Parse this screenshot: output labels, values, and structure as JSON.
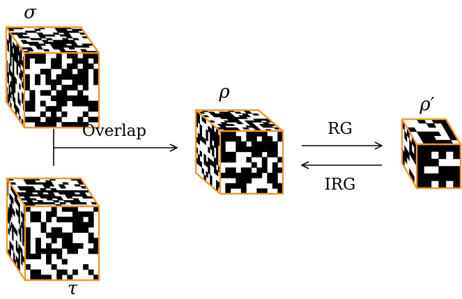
{
  "diagram": {
    "labels": {
      "sigma": "σ",
      "tau": "τ",
      "rho": "ρ",
      "rho_prime": "ρ′",
      "overlap": "Overlap",
      "rg": "RG",
      "irg": "IRG"
    },
    "colors": {
      "cube_edge": "#f2962b",
      "cell_black": "#000000",
      "cell_white": "#ffffff",
      "arrow": "#000000"
    },
    "cubes": [
      {
        "name": "sigma",
        "grid": 14,
        "seed": 11
      },
      {
        "name": "tau",
        "grid": 14,
        "seed": 29
      },
      {
        "name": "rho",
        "grid": 12,
        "seed": 53
      },
      {
        "name": "rho-prime",
        "grid": 6,
        "seed": 97
      }
    ]
  }
}
